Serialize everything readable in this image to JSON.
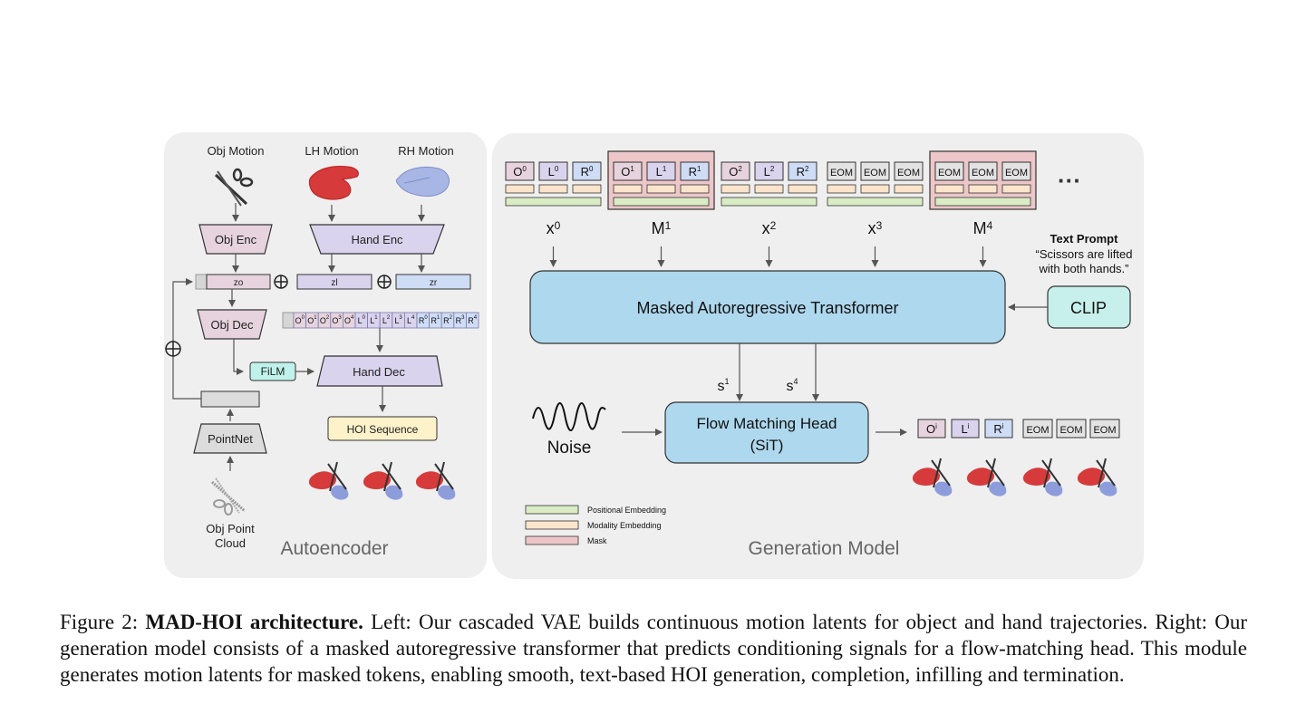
{
  "autoencoder": {
    "panel_label": "Autoencoder",
    "obj_motion_label": "Obj Motion",
    "lh_motion_label": "LH Motion",
    "rh_motion_label": "RH Motion",
    "obj_enc": "Obj Enc",
    "hand_enc": "Hand Enc",
    "z_o": "zo",
    "z_l": "zl",
    "z_r": "zr",
    "obj_dec": "Obj Dec",
    "hand_dec": "Hand Dec",
    "film": "FiLM",
    "pointnet": "PointNet",
    "hoi_sequence": "HOI Sequence",
    "obj_point_cloud_line1": "Obj Point",
    "obj_point_cloud_line2": "Cloud",
    "token_strip": {
      "obj": [
        "O",
        "O",
        "O",
        "O",
        "O"
      ],
      "obj_sup": [
        "0",
        "1",
        "2",
        "3",
        "4"
      ],
      "lh": [
        "L",
        "L",
        "L",
        "L",
        "L"
      ],
      "lh_sup": [
        "0",
        "1",
        "2",
        "3",
        "4"
      ],
      "rh": [
        "R",
        "R",
        "R",
        "R",
        "R"
      ],
      "rh_sup": [
        "0",
        "1",
        "2",
        "3",
        "4"
      ]
    }
  },
  "generation": {
    "panel_label": "Generation Model",
    "groups": [
      {
        "tokens": [
          "O",
          "L",
          "R"
        ],
        "sups": [
          "0",
          "0",
          "0"
        ],
        "label": "x",
        "label_sup": "0",
        "masked": false
      },
      {
        "tokens": [
          "O",
          "L",
          "R"
        ],
        "sups": [
          "1",
          "1",
          "1"
        ],
        "label": "M",
        "label_sup": "1",
        "masked": true
      },
      {
        "tokens": [
          "O",
          "L",
          "R"
        ],
        "sups": [
          "2",
          "2",
          "2"
        ],
        "label": "x",
        "label_sup": "2",
        "masked": false
      },
      {
        "tokens": [
          "EOM",
          "EOM",
          "EOM"
        ],
        "sups": [
          "",
          "",
          ""
        ],
        "label": "x",
        "label_sup": "3",
        "masked": false
      },
      {
        "tokens": [
          "EOM",
          "EOM",
          "EOM"
        ],
        "sups": [
          "",
          "",
          ""
        ],
        "label": "M",
        "label_sup": "4",
        "masked": true
      }
    ],
    "ellipsis": "···",
    "text_prompt_title": "Text Prompt",
    "text_prompt_line1": "“Scissors are lifted",
    "text_prompt_line2": "with both hands.”",
    "transformer": "Masked Autoregressive Transformer",
    "clip": "CLIP",
    "s1": "s",
    "s1_sup": "1",
    "s4": "s",
    "s4_sup": "4",
    "noise": "Noise",
    "flow_head_line1": "Flow Matching Head",
    "flow_head_line2": "(SiT)",
    "output_tokens": [
      "O",
      "L",
      "R"
    ],
    "output_sups": [
      "i",
      "i",
      "i"
    ],
    "output_eom": [
      "EOM",
      "EOM",
      "EOM"
    ],
    "legend": [
      {
        "label": "Positional Embedding",
        "color": "#d9ecc4"
      },
      {
        "label": "Modality Embedding",
        "color": "#fbe4cc"
      },
      {
        "label": "Mask",
        "color": "#ecc6c8"
      }
    ]
  },
  "colors": {
    "panel_bg": "#efefef",
    "obj": "#e6d3de",
    "hand": "#d9d3ee",
    "rh_token": "#cfdcf6",
    "transformer": "#aed8ee",
    "clip": "#c7f0ec",
    "film": "#bff2ea",
    "hoi": "#fdf2c9",
    "eom": "#e3e3e3",
    "mask": "#ecc6c8",
    "positional": "#d9ecc4",
    "modality": "#fbe4cc"
  },
  "caption": {
    "prefix": "Figure 2: ",
    "bold": "MAD-HOI architecture.",
    "text": " Left: Our cascaded VAE builds continuous motion latents for object and hand trajectories. Right: Our generation model consists of a masked autoregressive transformer that predicts conditioning signals for a flow-matching head. This module generates motion latents for masked tokens, enabling smooth, text-based HOI generation, completion, infilling and termination."
  }
}
